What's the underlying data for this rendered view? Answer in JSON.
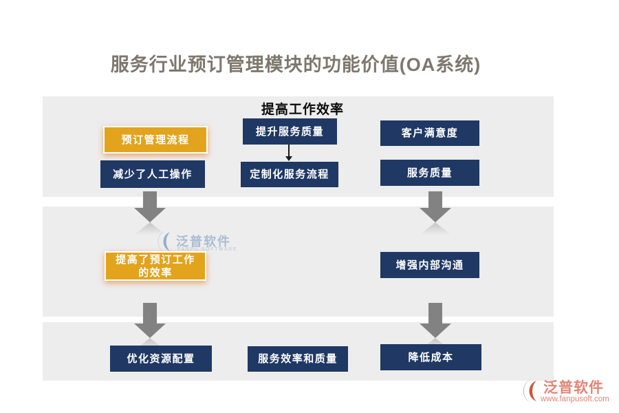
{
  "page": {
    "title": "服务行业预订管理模块的功能价值(OA系统)"
  },
  "colors": {
    "navy_box": "#1F3864",
    "gold_box": "#E2A31D",
    "band_background": "#EDEDED",
    "arrow_gray": "#828282",
    "title_text": "#7E776D",
    "logo_text_red": "#E28474",
    "watermark_blue": "#A9BDD3"
  },
  "band_top": {
    "header": "提高工作效率",
    "boxes": {
      "booking_flow": {
        "label": "预订管理流程",
        "style": "gold"
      },
      "improve_service_quality": {
        "label": "提升服务质量",
        "style": "navy"
      },
      "customer_satisfaction": {
        "label": "客户满意度",
        "style": "navy"
      },
      "less_manual_ops": {
        "label": "减少了人工操作",
        "style": "navy"
      },
      "custom_service_flow": {
        "label": "定制化服务流程",
        "style": "navy"
      },
      "service_quality": {
        "label": "服务质量",
        "style": "navy"
      }
    }
  },
  "band_middle": {
    "boxes": {
      "booking_efficiency": {
        "label": "提高了预订工作\n的效率",
        "style": "gold"
      },
      "internal_communication": {
        "label": "增强内部沟通",
        "style": "navy"
      }
    }
  },
  "band_bottom": {
    "boxes": {
      "resource_optimization": {
        "label": "优化资源配置",
        "style": "navy"
      },
      "service_efficiency_quality": {
        "label": "服务效率和质量",
        "style": "navy"
      },
      "cost_reduction": {
        "label": "降低成本",
        "style": "navy"
      }
    }
  },
  "watermark": {
    "brand": "泛普软件",
    "subtitle": "FANPU SOFTWARE",
    "icon": "fanpu-swirl-icon"
  },
  "footer": {
    "brand": "泛普软件",
    "url": "www.fanpusoft.com",
    "icon": "fanpu-swirl-icon"
  }
}
